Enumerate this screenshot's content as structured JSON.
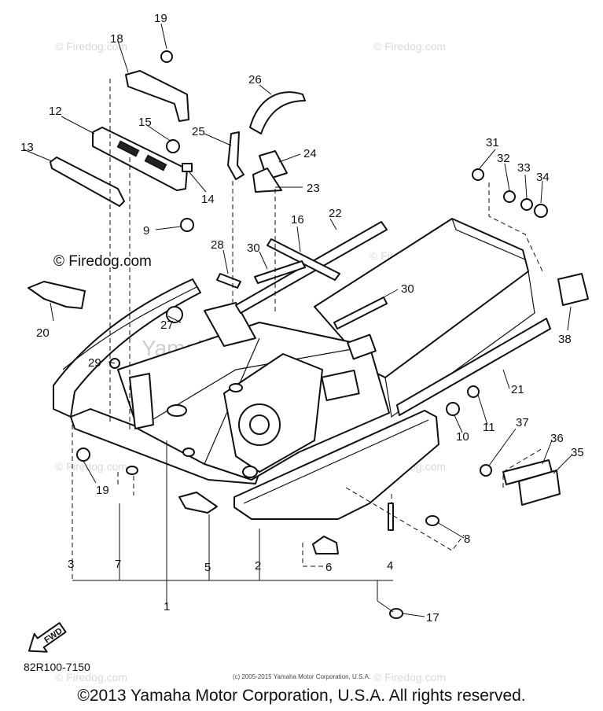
{
  "watermarks": {
    "site": "© Firedog.com",
    "site_short": "Firedog.com",
    "center": "Yamaha Motor Corp., U.S.A."
  },
  "callouts": [
    "1",
    "2",
    "3",
    "4",
    "5",
    "6",
    "7",
    "8",
    "9",
    "10",
    "11",
    "12",
    "13",
    "14",
    "15",
    "16",
    "17",
    "18",
    "19",
    "20",
    "21",
    "22",
    "23",
    "24",
    "25",
    "26",
    "27",
    "28",
    "29",
    "30",
    "31",
    "32",
    "33",
    "34",
    "35",
    "36",
    "37",
    "38"
  ],
  "fwd_label": "FWD",
  "part_code": "82R100-7150",
  "copyright_small": "(c) 2005-2015 Yamaha Motor Corporation, U.S.A.",
  "copyright_main": "©2013 Yamaha Motor Corporation, U.S.A. All rights reserved.",
  "colors": {
    "line": "#111111",
    "watermark": "#d9d9d9",
    "background": "#ffffff"
  }
}
